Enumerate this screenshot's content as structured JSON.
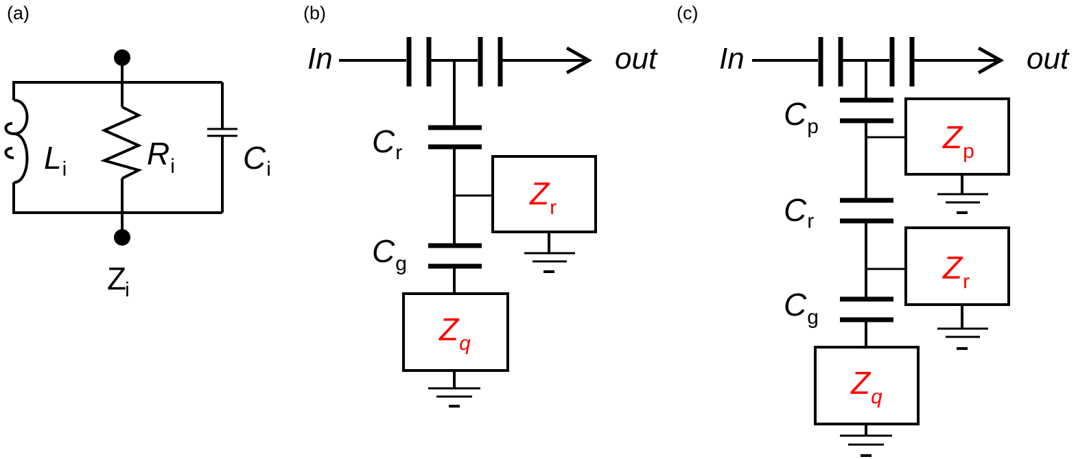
{
  "panels": {
    "a": {
      "tag": "(a)",
      "inductor": {
        "sym": "L",
        "sub": "i"
      },
      "resistor": {
        "sym": "R",
        "sub": "i"
      },
      "capacitor": {
        "sym": "C",
        "sub": "i"
      },
      "impedance": {
        "sym": "Z",
        "sub": "i"
      }
    },
    "b": {
      "tag": "(b)",
      "input": "In",
      "output": "out",
      "cap_r": {
        "sym": "C",
        "sub": "r"
      },
      "cap_g": {
        "sym": "C",
        "sub": "g"
      },
      "z_r": {
        "sym": "Z",
        "sub": "r"
      },
      "z_q": {
        "sym": "Z",
        "sub": "q"
      }
    },
    "c": {
      "tag": "(c)",
      "input": "In",
      "output": "out",
      "cap_p": {
        "sym": "C",
        "sub": "p"
      },
      "cap_r": {
        "sym": "C",
        "sub": "r"
      },
      "cap_g": {
        "sym": "C",
        "sub": "g"
      },
      "z_p": {
        "sym": "Z",
        "sub": "p"
      },
      "z_r": {
        "sym": "Z",
        "sub": "r"
      },
      "z_q": {
        "sym": "Z",
        "sub": "q"
      }
    }
  },
  "colors": {
    "wire": "#000000",
    "impedance_label": "#ff0000"
  }
}
